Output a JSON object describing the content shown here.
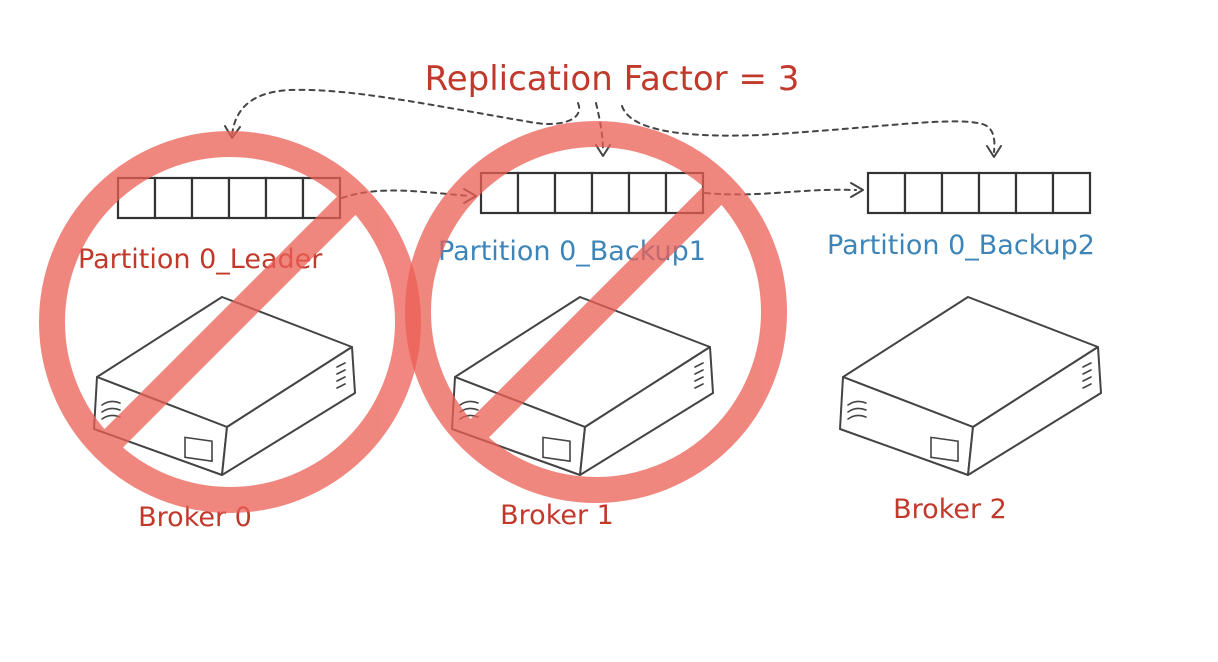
{
  "title": "Replication Factor = 3",
  "colors": {
    "title": "#c0392b",
    "leader_label": "#c0392b",
    "backup_label": "#3d85b8",
    "broker_label": "#c0392b",
    "failure_mark": "#ec5f55",
    "stroke": "#444444"
  },
  "brokers": [
    {
      "name": "Broker 0",
      "partition": "Partition 0_Leader",
      "role": "leader",
      "failed": true,
      "icon": "server-icon"
    },
    {
      "name": "Broker 1",
      "partition": "Partition 0_Backup1",
      "role": "backup",
      "failed": true,
      "icon": "server-icon"
    },
    {
      "name": "Broker 2",
      "partition": "Partition 0_Backup2",
      "role": "backup",
      "failed": false,
      "icon": "server-icon"
    }
  ],
  "failure_icon": "prohibited-icon"
}
